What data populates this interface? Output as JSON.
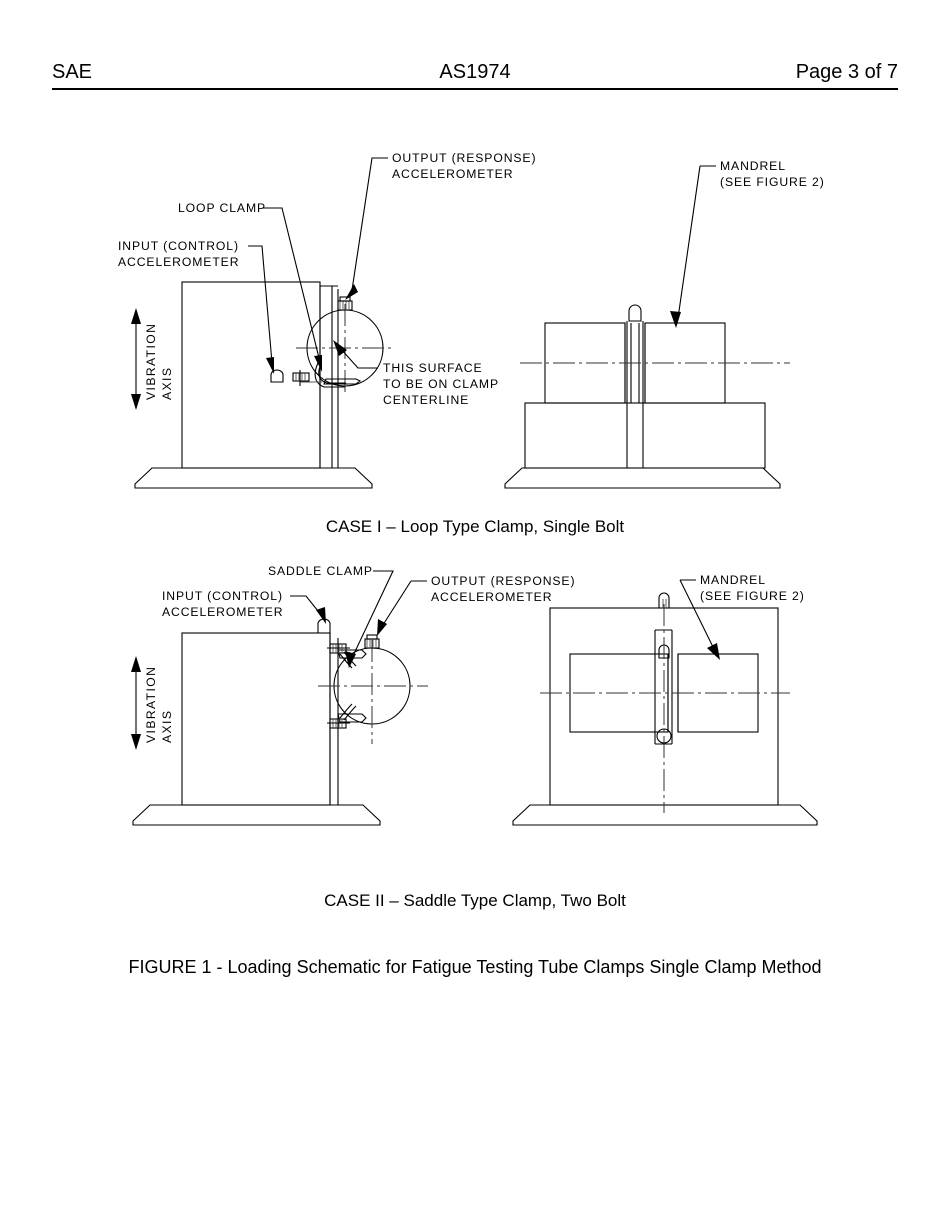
{
  "header": {
    "left": "SAE",
    "center": "AS1974",
    "right": "Page 3 of 7"
  },
  "case1": {
    "caption": "CASE I – Loop Type Clamp, Single Bolt",
    "labels": {
      "output_accel_line1": "OUTPUT  (RESPONSE)",
      "output_accel_line2": "ACCELEROMETER",
      "loop_clamp": "LOOP CLAMP",
      "input_accel_line1": "INPUT  (CONTROL)",
      "input_accel_line2": "ACCELEROMETER",
      "vibration_axis_line1": "VIBRATION",
      "vibration_axis_line2": "AXIS",
      "surface_note_line1": "THIS SURFACE",
      "surface_note_line2": "TO BE ON CLAMP",
      "surface_note_line3": "CENTERLINE",
      "mandrel_line1": "MANDREL",
      "mandrel_line2": "(SEE FIGURE 2)"
    }
  },
  "case2": {
    "caption": "CASE II – Saddle Type Clamp, Two Bolt",
    "labels": {
      "saddle_clamp": "SADDLE CLAMP",
      "input_accel_line1": "INPUT  (CONTROL)",
      "input_accel_line2": "ACCELEROMETER",
      "output_accel_line1": "OUTPUT  (RESPONSE)",
      "output_accel_line2": "ACCELEROMETER",
      "vibration_axis_line1": "VIBRATION",
      "vibration_axis_line2": "AXIS",
      "mandrel_line1": "MANDREL",
      "mandrel_line2": "(SEE FIGURE 2)"
    }
  },
  "figure": {
    "caption": "FIGURE 1 - Loading Schematic for Fatigue Testing Tube Clamps Single Clamp Method"
  },
  "colors": {
    "ink": "#000000",
    "paper": "#ffffff",
    "line": "#333333"
  }
}
